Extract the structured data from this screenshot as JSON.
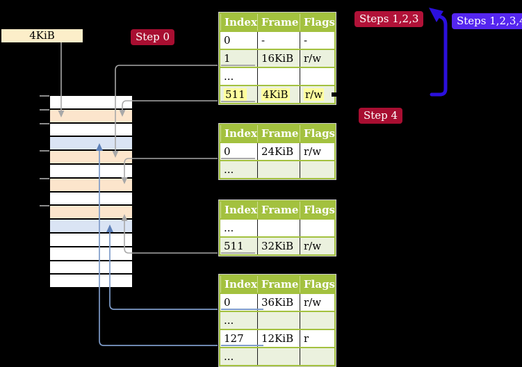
{
  "colors": {
    "background": "#000000",
    "frame_white": "#ffffff",
    "frame_peach": "#fce5cc",
    "frame_blue": "#dae4f4",
    "label_box_bg": "#fceec9",
    "table_header_green": "#a3c13f",
    "table_row_shade": "#ebf1de",
    "table_outline": "#cccccc",
    "cell_divider": "#1a1a1a",
    "header_divider": "#cede92",
    "highlight_yellow": "#ffff9e",
    "gray_arrow": "#a8a8a8",
    "steel_blue_line": "#7e9cc9",
    "steel_blue_head": "#5d80b8",
    "loop_blue": "#2b10dd",
    "badge_dark_red": "#a80e31",
    "badge_crimson": "#b11238",
    "badge_blue_violet": "#5526f0",
    "tick_gray": "#8c8c8c"
  },
  "labels": {
    "page_size": "4KiB"
  },
  "badges": {
    "step0": "Step 0",
    "steps123": "Steps 1,2,3",
    "steps1234": "Steps 1,2,3,4",
    "step4": "Step 4"
  },
  "memory_stack": {
    "row_colors": [
      "white",
      "peach",
      "white",
      "blue",
      "peach",
      "white",
      "peach",
      "white",
      "peach",
      "blue",
      "white",
      "white",
      "white",
      "white"
    ]
  },
  "tables": [
    {
      "headers": [
        "Index",
        "Frame",
        "Flags"
      ],
      "rows": [
        {
          "cells": [
            "0",
            "-",
            "-"
          ]
        },
        {
          "cells": [
            "1",
            "16KiB",
            "r/w"
          ]
        },
        {
          "cells": [
            "...",
            "",
            ""
          ]
        },
        {
          "cells": [
            "511",
            "4KiB",
            "r/w"
          ]
        }
      ]
    },
    {
      "headers": [
        "Index",
        "Frame",
        "Flags"
      ],
      "rows": [
        {
          "cells": [
            "0",
            "24KiB",
            "r/w"
          ]
        },
        {
          "cells": [
            "...",
            "",
            ""
          ]
        }
      ]
    },
    {
      "headers": [
        "Index",
        "Frame",
        "Flags"
      ],
      "rows": [
        {
          "cells": [
            "...",
            "",
            ""
          ]
        },
        {
          "cells": [
            "511",
            "32KiB",
            "r/w"
          ]
        }
      ]
    },
    {
      "headers": [
        "Index",
        "Frame",
        "Flags"
      ],
      "rows": [
        {
          "cells": [
            "0",
            "36KiB",
            "r/w"
          ]
        },
        {
          "cells": [
            "...",
            "",
            ""
          ]
        },
        {
          "cells": [
            "127",
            "12KiB",
            "r"
          ]
        },
        {
          "cells": [
            "...",
            "",
            ""
          ]
        }
      ]
    }
  ]
}
